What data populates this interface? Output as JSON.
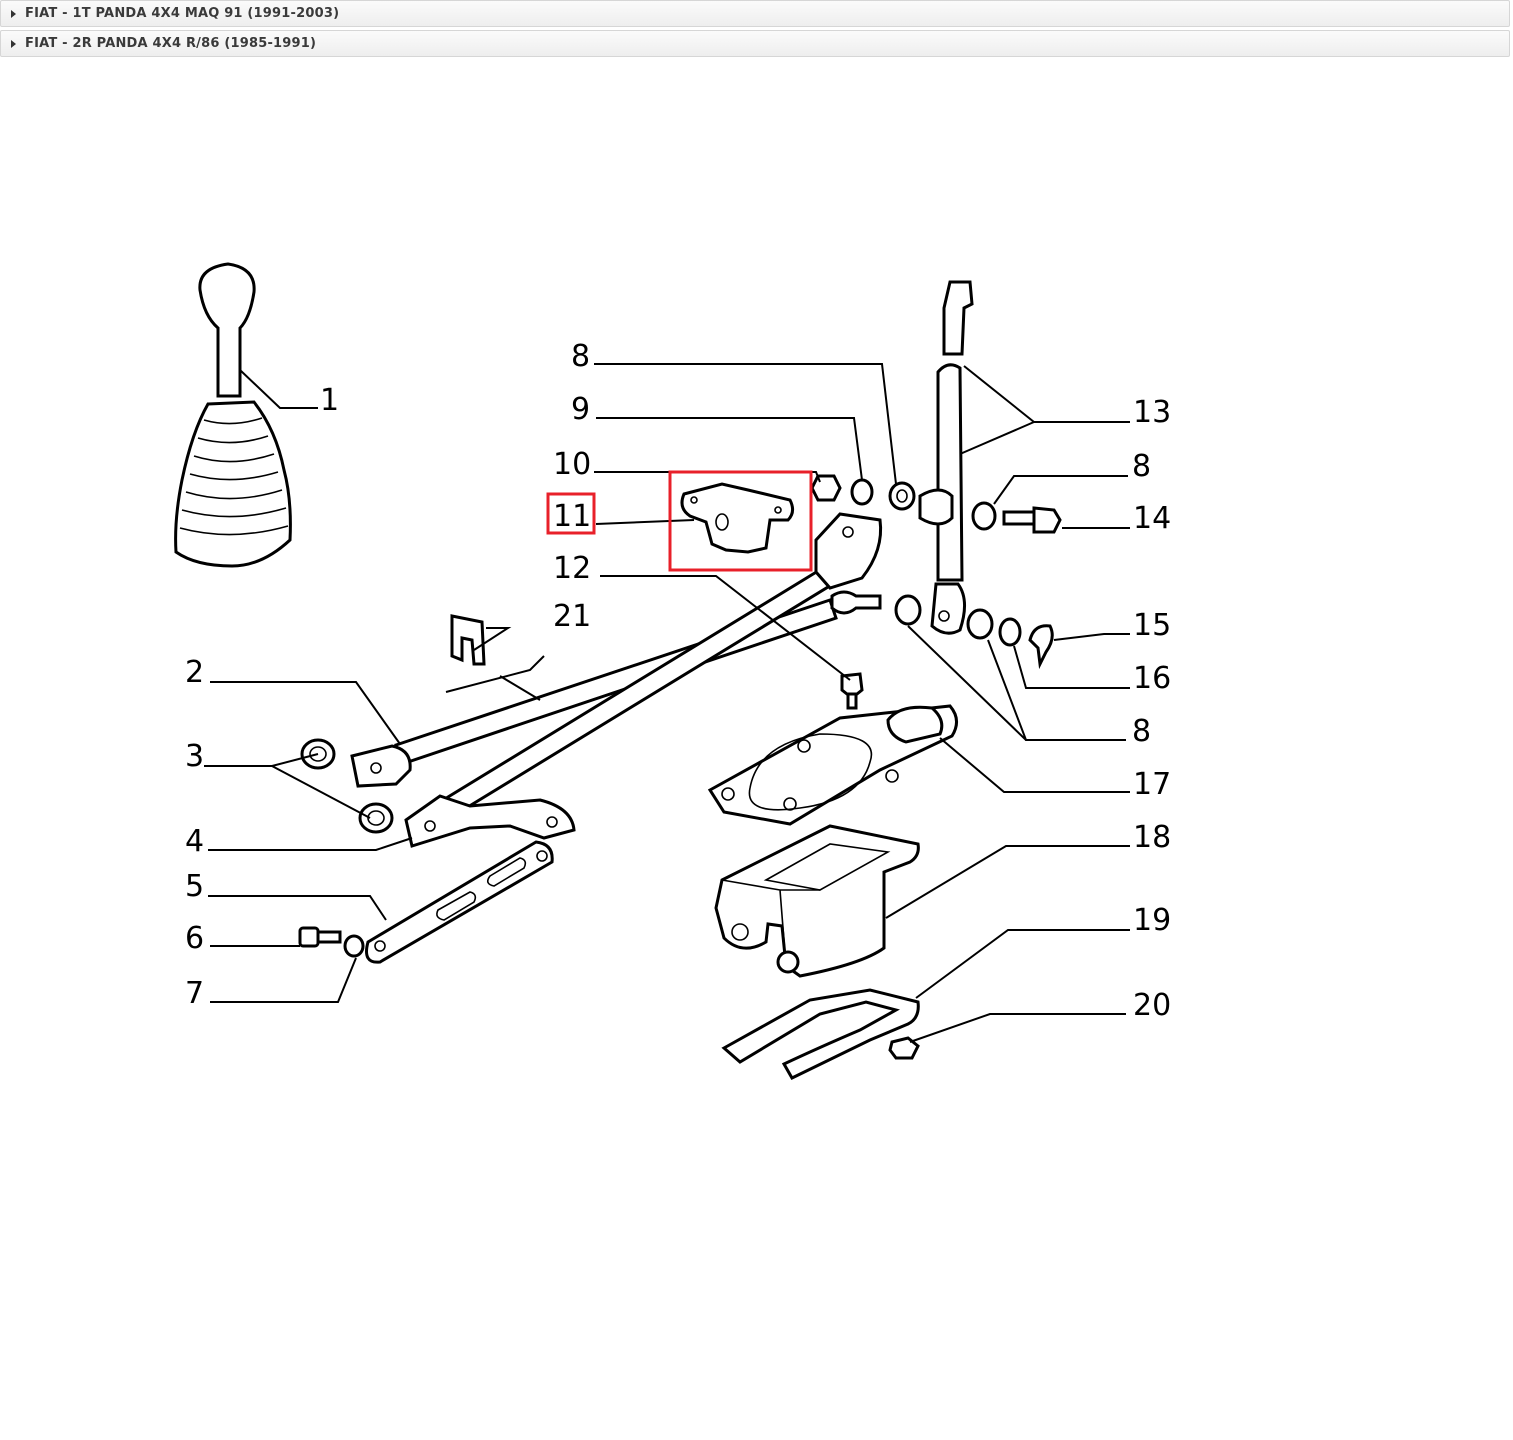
{
  "accordion": {
    "items": [
      {
        "label": "FIAT - 1T PANDA 4X4 MAQ 91 (1991-2003)"
      },
      {
        "label": "FIAT - 2R PANDA 4X4 R/86 (1985-1991)"
      }
    ]
  },
  "diagram": {
    "callouts": {
      "c1": "1",
      "c2": "2",
      "c3": "3",
      "c4": "4",
      "c5": "5",
      "c6": "6",
      "c7": "7",
      "c8a": "8",
      "c8b": "8",
      "c8c": "8",
      "c9": "9",
      "c10": "10",
      "c11": "11",
      "c12": "12",
      "c13": "13",
      "c14": "14",
      "c15": "15",
      "c16": "16",
      "c17": "17",
      "c18": "18",
      "c19": "19",
      "c20": "20",
      "c21": "21"
    },
    "highlight_color": "#e8202a"
  }
}
